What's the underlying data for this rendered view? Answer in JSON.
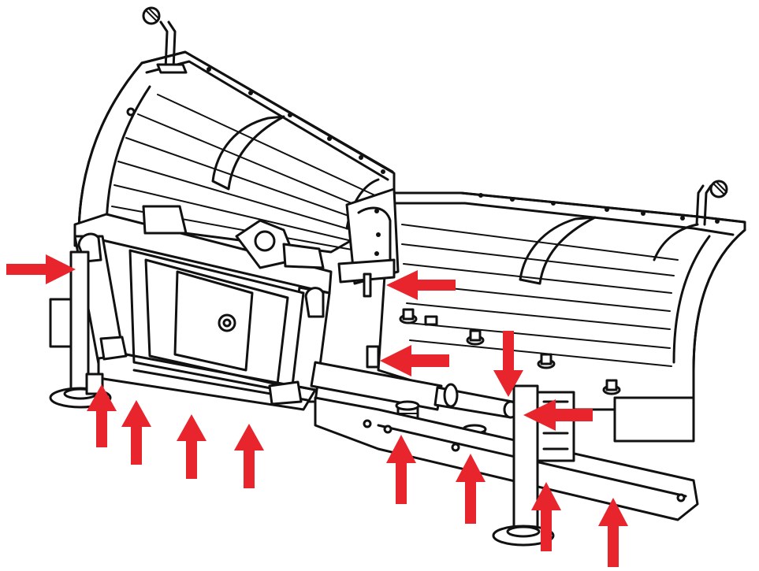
{
  "figure": {
    "subject": "snow-plow-blade-assembly",
    "line_color": "#111111",
    "background_color": "#ffffff",
    "arrow_color": "#e8242c"
  },
  "arrows": [
    {
      "id": "arrow-left-pivot",
      "direction": "right"
    },
    {
      "id": "arrow-center-upper",
      "direction": "left"
    },
    {
      "id": "arrow-center-lower",
      "direction": "left"
    },
    {
      "id": "arrow-right-down",
      "direction": "down"
    },
    {
      "id": "arrow-right-stand",
      "direction": "left"
    },
    {
      "id": "arrow-shoe-left",
      "direction": "up"
    },
    {
      "id": "arrow-frame-1",
      "direction": "up"
    },
    {
      "id": "arrow-frame-2",
      "direction": "up"
    },
    {
      "id": "arrow-frame-3",
      "direction": "up"
    },
    {
      "id": "arrow-spring-1",
      "direction": "up"
    },
    {
      "id": "arrow-spring-2",
      "direction": "up"
    },
    {
      "id": "arrow-spring-3",
      "direction": "up"
    },
    {
      "id": "arrow-spring-4",
      "direction": "up"
    }
  ]
}
